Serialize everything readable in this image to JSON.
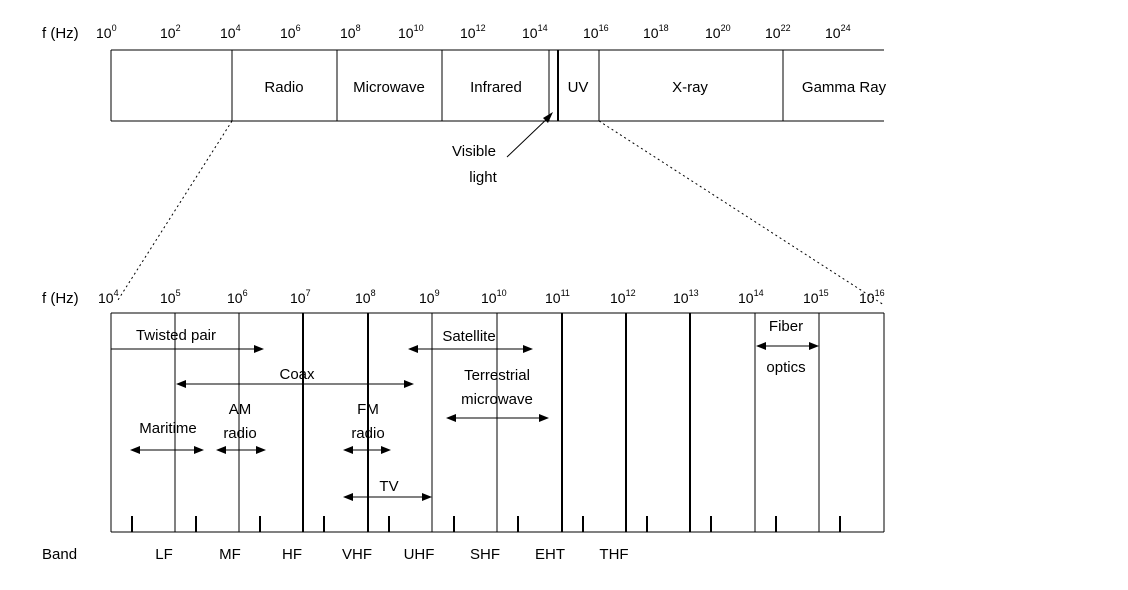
{
  "top": {
    "axis_label": "f (Hz)",
    "freq_exponents": [
      "0",
      "2",
      "4",
      "6",
      "8",
      "10",
      "12",
      "14",
      "16",
      "18",
      "20",
      "22",
      "24"
    ],
    "regions": [
      {
        "key": "radio",
        "label": "Radio"
      },
      {
        "key": "microwave",
        "label": "Microwave"
      },
      {
        "key": "infrared",
        "label": "Infrared"
      },
      {
        "key": "uv",
        "label": "UV"
      },
      {
        "key": "xray",
        "label": "X-ray"
      },
      {
        "key": "gamma",
        "label": "Gamma Ray"
      }
    ],
    "visible_label_line1": "Visible",
    "visible_label_line2": "light"
  },
  "bottom": {
    "axis_label": "f (Hz)",
    "freq_exponents": [
      "4",
      "5",
      "6",
      "7",
      "8",
      "9",
      "10",
      "11",
      "12",
      "13",
      "14",
      "15",
      "16"
    ],
    "media": {
      "twisted_pair": "Twisted pair",
      "coax": "Coax",
      "satellite": "Satellite",
      "terrestrial_line1": "Terrestrial",
      "terrestrial_line2": "microwave",
      "fiber_line1": "Fiber",
      "fiber_line2": "optics",
      "maritime": "Maritime",
      "am_line1": "AM",
      "am_line2": "radio",
      "fm_line1": "FM",
      "fm_line2": "radio",
      "tv": "TV"
    },
    "band_label": "Band",
    "bands": [
      "LF",
      "MF",
      "HF",
      "VHF",
      "UHF",
      "SHF",
      "EHT",
      "THF"
    ]
  }
}
